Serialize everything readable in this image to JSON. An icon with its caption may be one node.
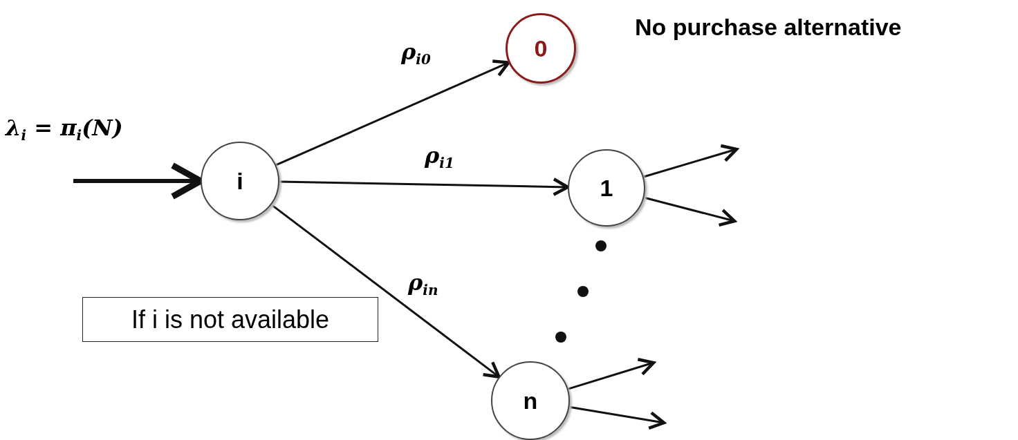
{
  "diagram": {
    "nodes": [
      {
        "text": [
          "i"
        ]
      },
      {
        "text": [
          "0"
        ],
        "beside": [
          "No purchase alternative"
        ]
      },
      {
        "text": [
          "1"
        ]
      },
      {
        "text": [
          "n"
        ]
      },
      {
        "text": [
          "If i is not available"
        ]
      }
    ],
    "edges": [
      {
        "from": null,
        "to": 0,
        "arrow": "to",
        "style": "thick",
        "label": "λ$_{i}$ = π$_{i}$(N)"
      },
      {
        "from": 0,
        "to": 1,
        "arrow": "to",
        "label": "ρ$_{i0}$"
      },
      {
        "from": 0,
        "to": 2,
        "arrow": "to",
        "label": "ρ$_{i1}$"
      },
      {
        "from": 0,
        "to": 3,
        "arrow": "to",
        "label": "ρ$_{in}$"
      },
      {
        "from": 2,
        "to": null,
        "arrow": "to"
      },
      {
        "from": 2,
        "to": null,
        "arrow": "to"
      },
      {
        "from": 3,
        "to": null,
        "arrow": "to"
      },
      {
        "from": 3,
        "to": null,
        "arrow": "to"
      }
    ]
  }
}
